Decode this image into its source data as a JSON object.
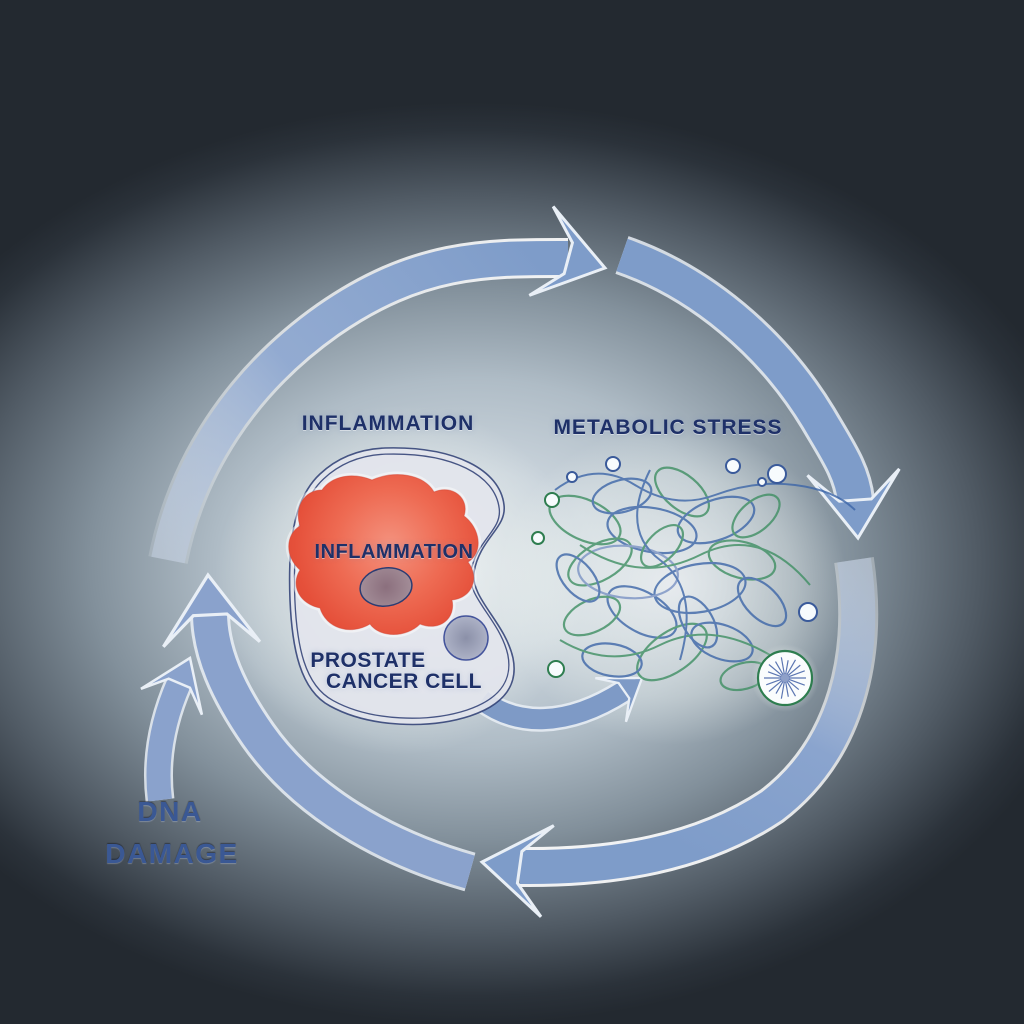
{
  "labels": {
    "inflammation_region": "INFLAMMATION",
    "metabolic_stress_region": "METABOLIC STRESS",
    "dna_damage_lines": [
      "DNA",
      "DAMAGE"
    ],
    "cell_inflammation": "INFLAMMATION",
    "cell_name_lines": [
      "PROSTATE",
      "CANCER CELL"
    ]
  },
  "colors": {
    "background_dark": "#232930",
    "background_glow": "#d5dde3",
    "arrow_blue": "#7e9cc9",
    "arrow_outline": "#e9eff6",
    "text_navy": "#1e3068",
    "dna_text_blue": "#3a5894",
    "inflammation_red": "#e8523c",
    "nucleus_mauve": "#8b6f7d",
    "nucleus_gray_blue": "#949cba",
    "tangle_blue": "#3d66a8",
    "tangle_green": "#3f8f63",
    "organelle_ring_green": "#2e7d4f"
  }
}
